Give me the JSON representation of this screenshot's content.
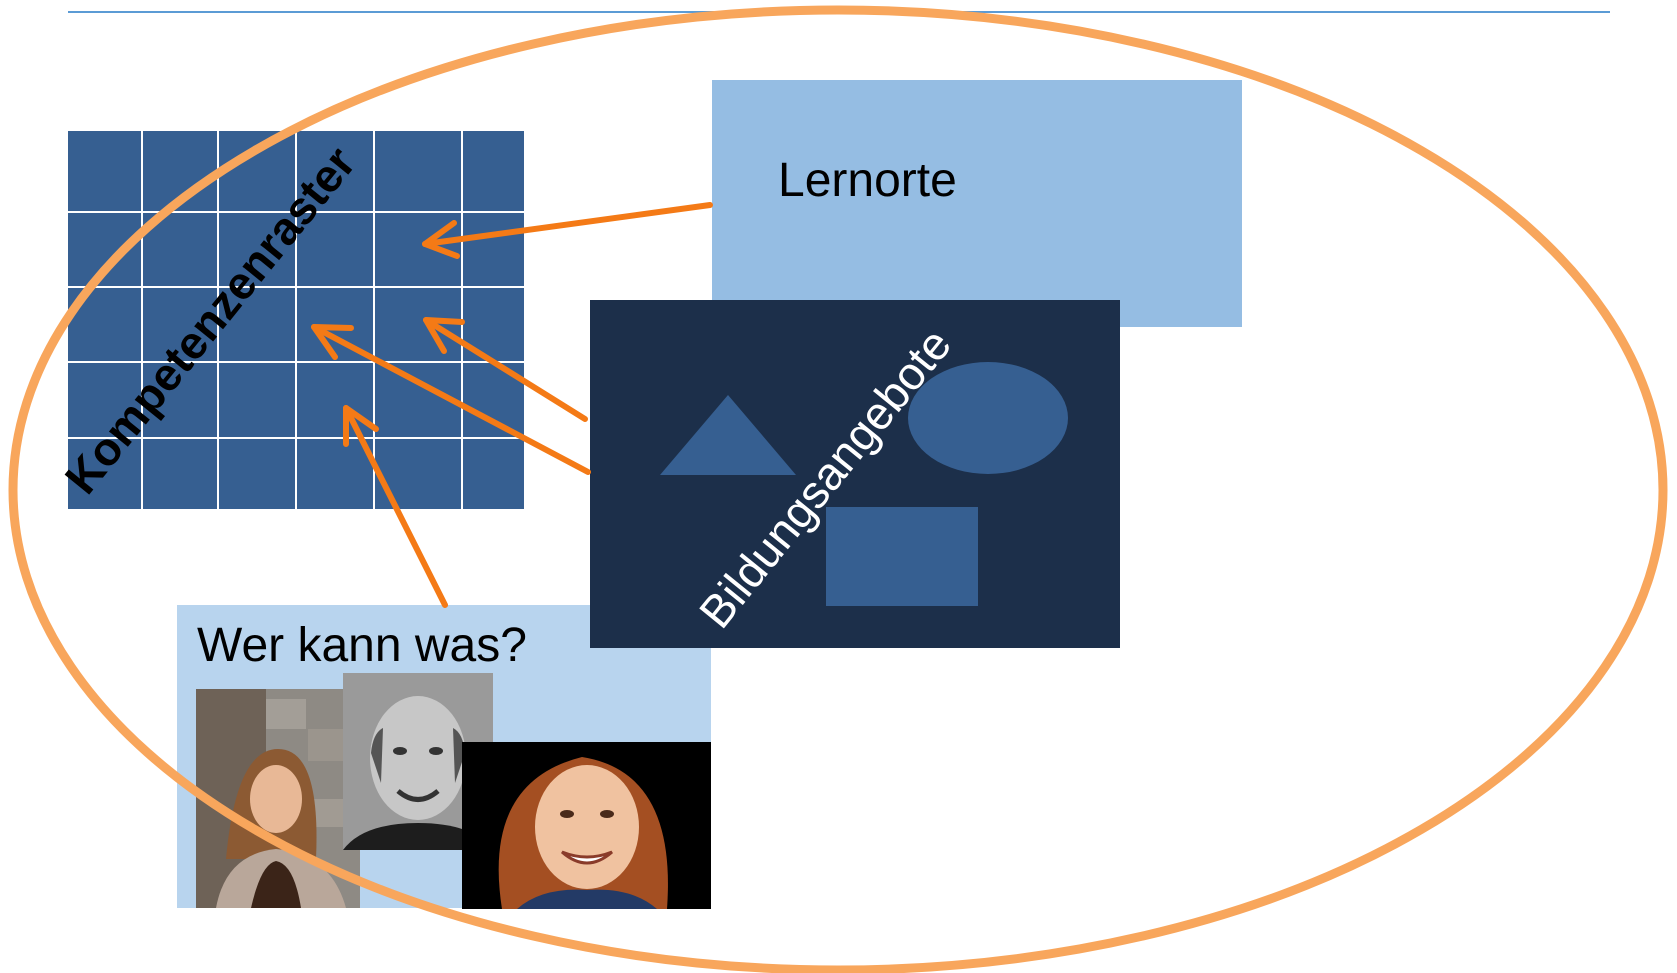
{
  "labels": {
    "kompetenzenraster": "Kompetenzenraster",
    "lernorte": "Lernorte",
    "bildungsangebote": "Bildungsangebote",
    "wer_kann_was": "Wer kann was?"
  },
  "colors": {
    "grid_fill": "#365f91",
    "grid_lines": "#ffffff",
    "lernorte_fill": "#95bde3",
    "bildungsangebote_fill": "#1c2f4a",
    "bildungsangebote_shapes": "#365f91",
    "wer_kann_was_fill": "#b8d4ee",
    "ellipse_stroke": "#f8a65c",
    "arrow_color": "#f47a16",
    "top_rule": "#5b9bd5"
  },
  "icons": [
    "triangle-icon",
    "oval-icon",
    "rectangle-icon",
    "arrow-icon"
  ]
}
